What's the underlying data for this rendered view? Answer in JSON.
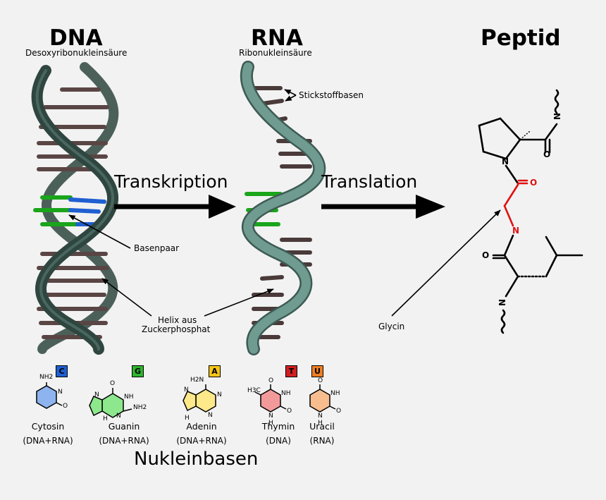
{
  "titles": {
    "dna": "DNA",
    "dna_sub": "Desoxyribonukleinsäure",
    "rna": "RNA",
    "rna_sub": "Ribonukleinsäure",
    "peptid": "Peptid"
  },
  "arrows": {
    "transkription": "Transkription",
    "translation": "Translation"
  },
  "labels": {
    "stickstoffbasen": "Stickstoffbasen",
    "basenpaar": "Basenpaar",
    "helix_line1": "Helix aus",
    "helix_line2": "Zuckerphosphat",
    "glycin": "Glycin"
  },
  "peptide_atoms": {
    "n_top": "N",
    "o_top": "O",
    "n_ring": "N",
    "o_red": "O",
    "n_red": "N",
    "o_left": "O",
    "n_bottom": "N"
  },
  "nucleobases": [
    {
      "letter": "C",
      "color": "#1f5fd1",
      "name": "Cytosin",
      "usage": "(DNA+RNA)",
      "fill": "#8db4ef",
      "atoms": [
        "NH2",
        "N",
        "O"
      ]
    },
    {
      "letter": "G",
      "color": "#2db52d",
      "name": "Guanin",
      "usage": "(DNA+RNA)",
      "fill": "#8de88d",
      "atoms": [
        "O",
        "N",
        "NH",
        "N",
        "NH2",
        "H"
      ]
    },
    {
      "letter": "A",
      "color": "#f5c518",
      "name": "Adenin",
      "usage": "(DNA+RNA)",
      "fill": "#fde88a",
      "atoms": [
        "H2N",
        "N",
        "N",
        "N",
        "H"
      ]
    },
    {
      "letter": "T",
      "color": "#d11f1f",
      "name": "Thymin",
      "usage": "(DNA)",
      "fill": "#f29a9a",
      "atoms": [
        "H3C",
        "O",
        "NH",
        "N",
        "H",
        "O"
      ]
    },
    {
      "letter": "U",
      "color": "#ef7d22",
      "name": "Uracil",
      "usage": "(RNA)",
      "fill": "#f7bd8f",
      "atoms": [
        "O",
        "NH",
        "N",
        "H",
        "O"
      ]
    }
  ],
  "footer": "Nukleinbasen",
  "colors": {
    "strand_dark": "#2f4640",
    "strand_rna": "#6f9b90",
    "rung": "#4a3a3a",
    "pair_green": "#1aa51a",
    "pair_blue": "#1f5fd1",
    "glycine_red": "#e01010"
  }
}
